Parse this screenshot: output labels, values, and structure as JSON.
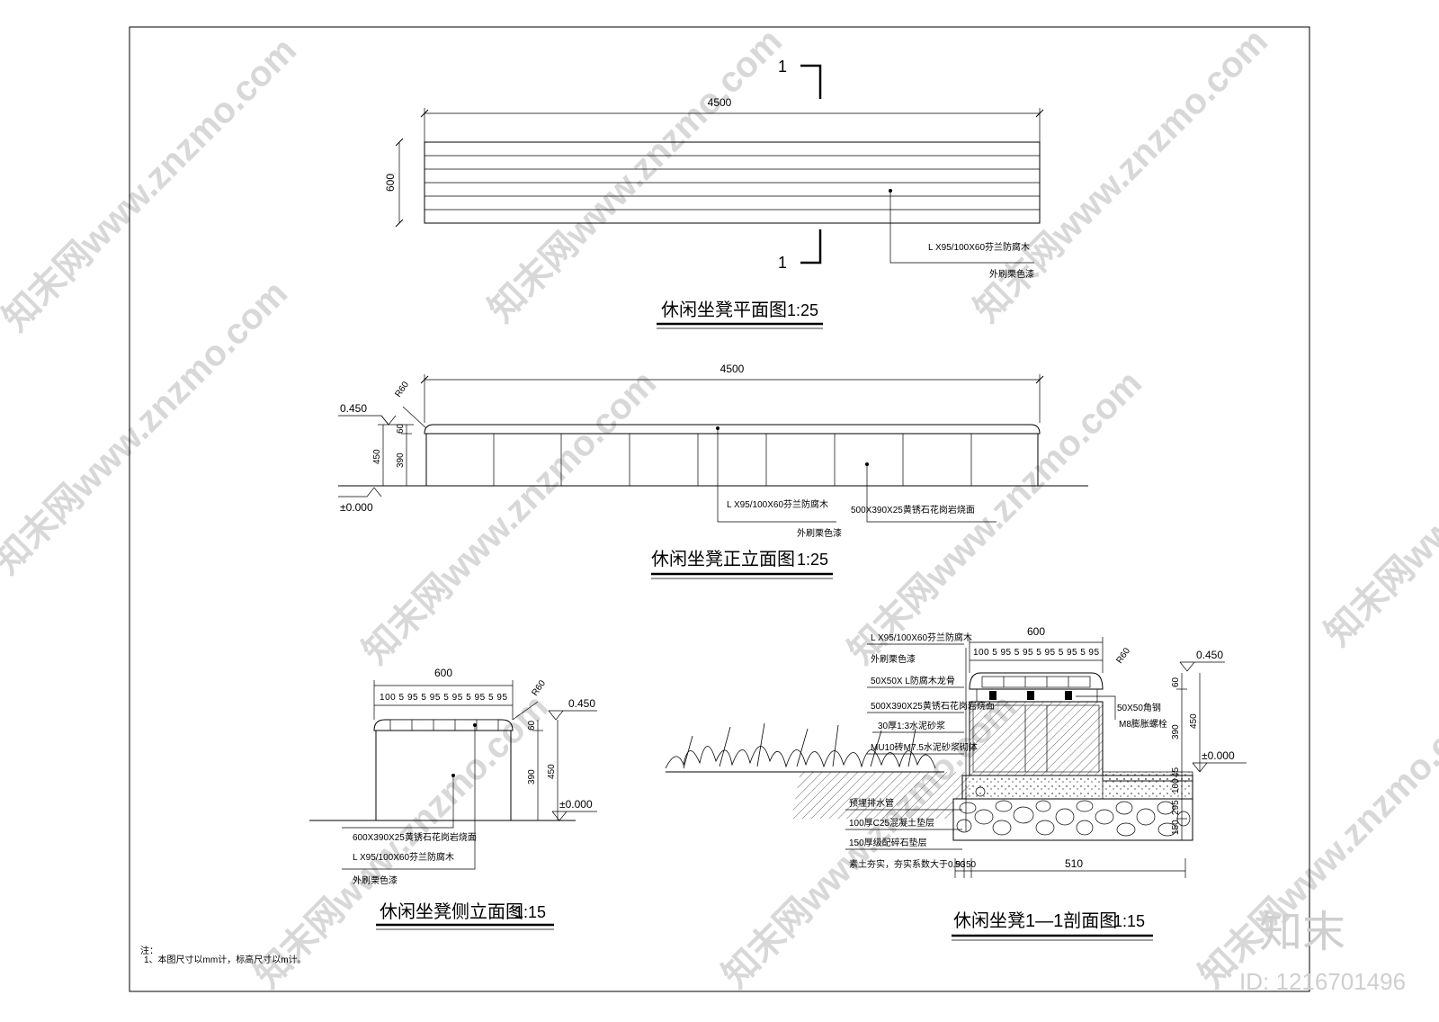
{
  "plan": {
    "length_dim": "4500",
    "width_dim": "600",
    "section_mark": "1",
    "callout_line1": "L X95/100X60芬兰防腐木",
    "callout_line2": "外刷栗色漆",
    "title": "休闲坐凳平面图",
    "scale": "1:25"
  },
  "front": {
    "length_dim": "4500",
    "radius": "R60",
    "top_elev": "0.450",
    "ground_elev": "±0.000",
    "dim_60": "60",
    "dim_390": "390",
    "dim_450": "450",
    "callout_wood1": "L X95/100X60芬兰防腐木",
    "callout_wood2": "外刷栗色漆",
    "callout_stone": "500X390X25黄锈石花岗岩烧面",
    "title": "休闲坐凳正立面图",
    "scale": "1:25"
  },
  "side": {
    "width_dim": "600",
    "sub_dims": "100 5 95 5 95 5 95 5 95 5 95",
    "radius": "R60",
    "top_elev": "0.450",
    "ground_elev": "±0.000",
    "dim_60": "60",
    "dim_390": "390",
    "dim_450": "450",
    "callout_stone": "600X390X25黄锈石花岗岩烧面",
    "callout_wood1": "L X95/100X60芬兰防腐木",
    "callout_wood2": "外刷栗色漆",
    "title": "休闲坐凳侧立面图",
    "scale": "1:15"
  },
  "section": {
    "width_dim": "600",
    "sub_dims": "100 5 95 5 95 5 95 5 95 5 95",
    "radius": "R60",
    "top_elev": "0.450",
    "ground_elev": "±0.000",
    "labels": [
      "L X95/100X60芬兰防腐木",
      "外刷栗色漆",
      "50X50X L防腐木龙骨",
      "500X390X25黄锈石花岗岩烧面",
      "30厚1:3水泥砂浆",
      "MU10砖M7.5水泥砂浆砌体",
      "预埋排水管",
      "100厚C25混凝土垫层",
      "150厚级配碎石垫层",
      "素土夯实，夯实系数大于0.93"
    ],
    "right_label1": "50X50角钢",
    "right_label2": "M8膨胀螺栓",
    "vdims": [
      "60",
      "390",
      "450",
      "100",
      "45",
      "295",
      "150"
    ],
    "bottom_dims": [
      "50",
      "50",
      "510"
    ],
    "title": "休闲坐凳1—1剖面图",
    "scale": "1:15"
  },
  "notes": {
    "heading": "注：",
    "line1": "1、本图尺寸以mm计，标高尺寸以m计。"
  },
  "watermark": {
    "text": "知末网www.znzmo.com",
    "brand": "知末",
    "id": "ID: 1216701496"
  }
}
